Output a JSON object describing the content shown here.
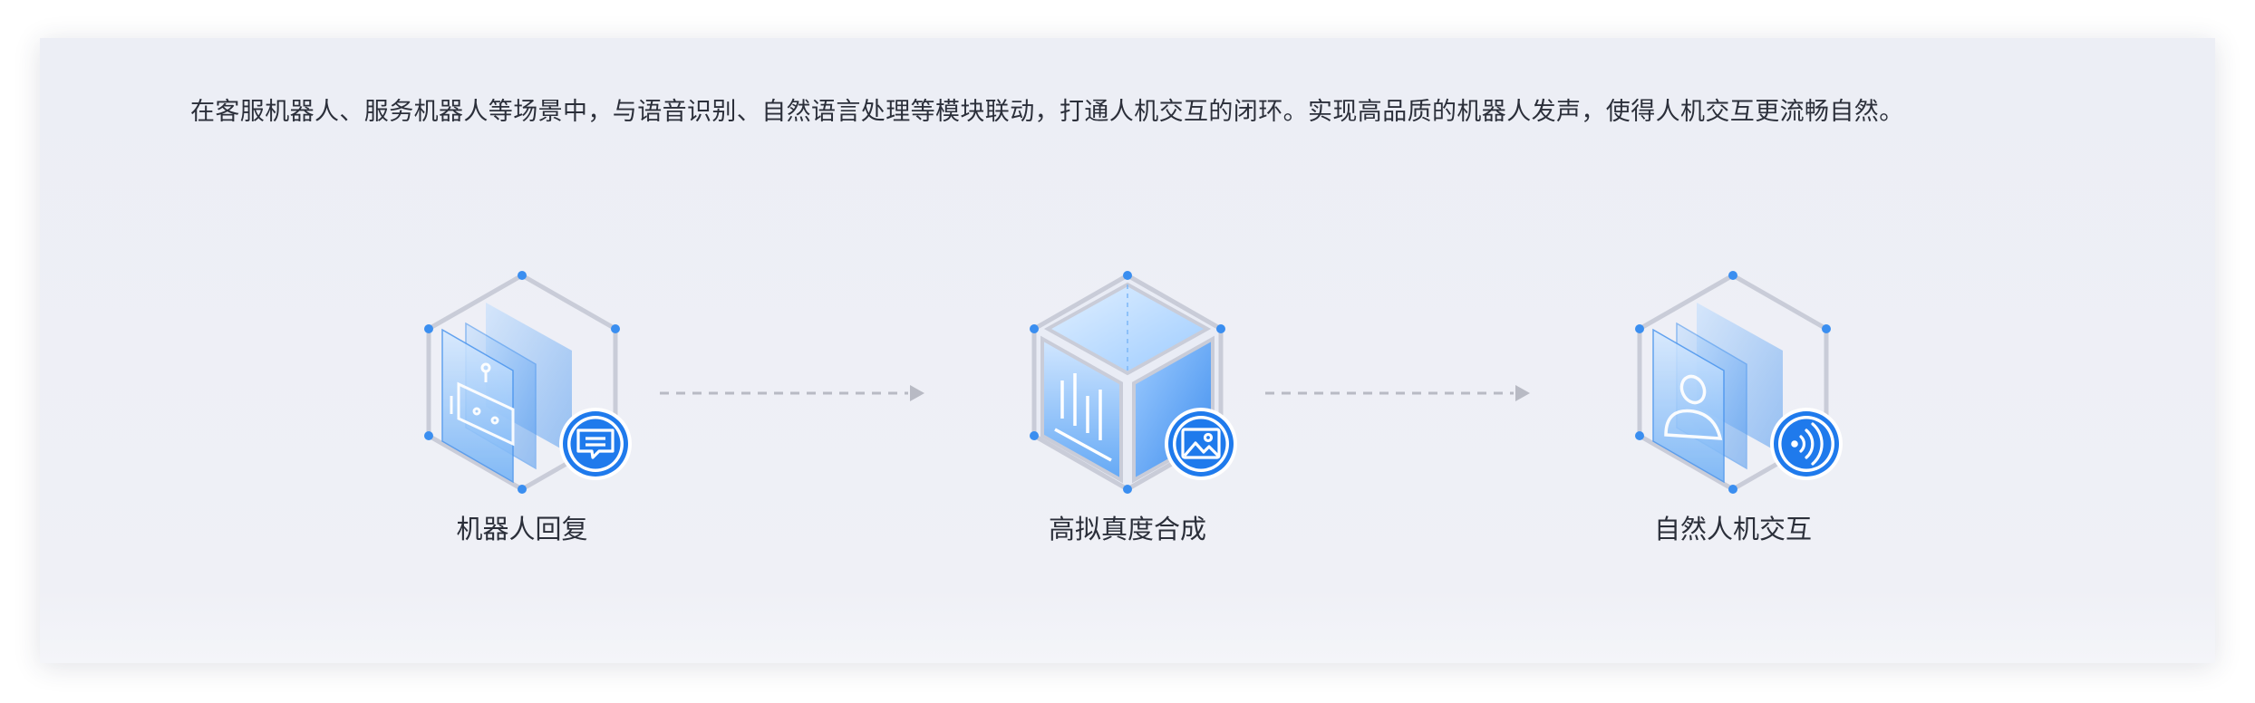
{
  "description": "在客服机器人、服务机器人等场景中，与语音识别、自然语言处理等模块联动，打通人机交互的闭环。实现高品质的机器人发声，使得人机交互更流畅自然。",
  "steps": [
    {
      "label": "机器人回复",
      "icon": "robot-chat-icon"
    },
    {
      "label": "高拟真度合成",
      "icon": "cube-image-icon"
    },
    {
      "label": "自然人机交互",
      "icon": "person-voice-icon"
    }
  ],
  "colors": {
    "accent": "#1f7aec",
    "panel_light": "#cfe4ff",
    "panel_mid": "#7db7f7",
    "frame": "#c9ccd8",
    "text": "#2b2f3a",
    "arrow": "#b8bac4",
    "background": "#eef0f6"
  }
}
